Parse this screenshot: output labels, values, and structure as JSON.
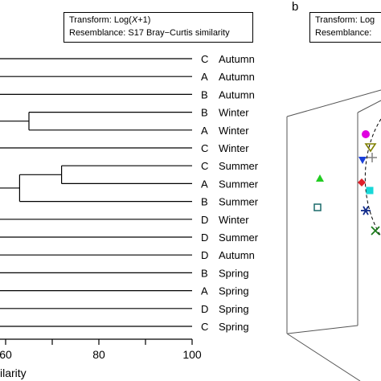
{
  "panel_b_label": "b",
  "info_box": {
    "line1_prefix": "Transform: Log(",
    "line1_var": "X",
    "line1_suffix": "+1)",
    "line2": "Resemblance: S17 Bray−Curtis similarity"
  },
  "info_box_b": {
    "line1": "Transform: Log",
    "line2": "Resemblance:"
  },
  "chart_data": [
    {
      "type": "dendrogram",
      "xlabel": "ilarity",
      "xlim": [
        50,
        100
      ],
      "x_ticks": [
        "60",
        "80",
        "100"
      ],
      "leaves": [
        {
          "site": "C",
          "season": "Autumn",
          "row": 0
        },
        {
          "site": "A",
          "season": "Autumn",
          "row": 1
        },
        {
          "site": "B",
          "season": "Autumn",
          "row": 2
        },
        {
          "site": "B",
          "season": "Winter",
          "row": 3
        },
        {
          "site": "A",
          "season": "Winter",
          "row": 4
        },
        {
          "site": "C",
          "season": "Winter",
          "row": 5
        },
        {
          "site": "C",
          "season": "Summer",
          "row": 6
        },
        {
          "site": "A",
          "season": "Summer",
          "row": 7
        },
        {
          "site": "B",
          "season": "Summer",
          "row": 8
        },
        {
          "site": "D",
          "season": "Winter",
          "row": 9
        },
        {
          "site": "D",
          "season": "Summer",
          "row": 10
        },
        {
          "site": "D",
          "season": "Autumn",
          "row": 11
        },
        {
          "site": "B",
          "season": "Spring",
          "row": 12
        },
        {
          "site": "A",
          "season": "Spring",
          "row": 13
        },
        {
          "site": "D",
          "season": "Spring",
          "row": 14
        },
        {
          "site": "C",
          "season": "Spring",
          "row": 15
        }
      ],
      "merges": [
        {
          "members": [
            3,
            4
          ],
          "similarity": 65
        },
        {
          "members": [
            6,
            7
          ],
          "similarity": 72
        },
        {
          "members": [
            [
              6,
              7
            ],
            8
          ],
          "similarity": 63
        }
      ]
    },
    {
      "type": "scatter-3d",
      "points": [
        {
          "marker": "circle",
          "color": "#e000e0"
        },
        {
          "marker": "triangle-down-open",
          "color": "#808000"
        },
        {
          "marker": "plus",
          "color": "#808080"
        },
        {
          "marker": "triangle-down",
          "color": "#1a3fd8"
        },
        {
          "marker": "triangle-up",
          "color": "#22cc22"
        },
        {
          "marker": "diamond",
          "color": "#e0202a"
        },
        {
          "marker": "square",
          "color": "#18d8d8"
        },
        {
          "marker": "square-open",
          "color": "#1a6a6a"
        },
        {
          "marker": "asterisk",
          "color": "#102a8a"
        },
        {
          "marker": "x",
          "color": "#1a7a1a"
        }
      ]
    }
  ]
}
